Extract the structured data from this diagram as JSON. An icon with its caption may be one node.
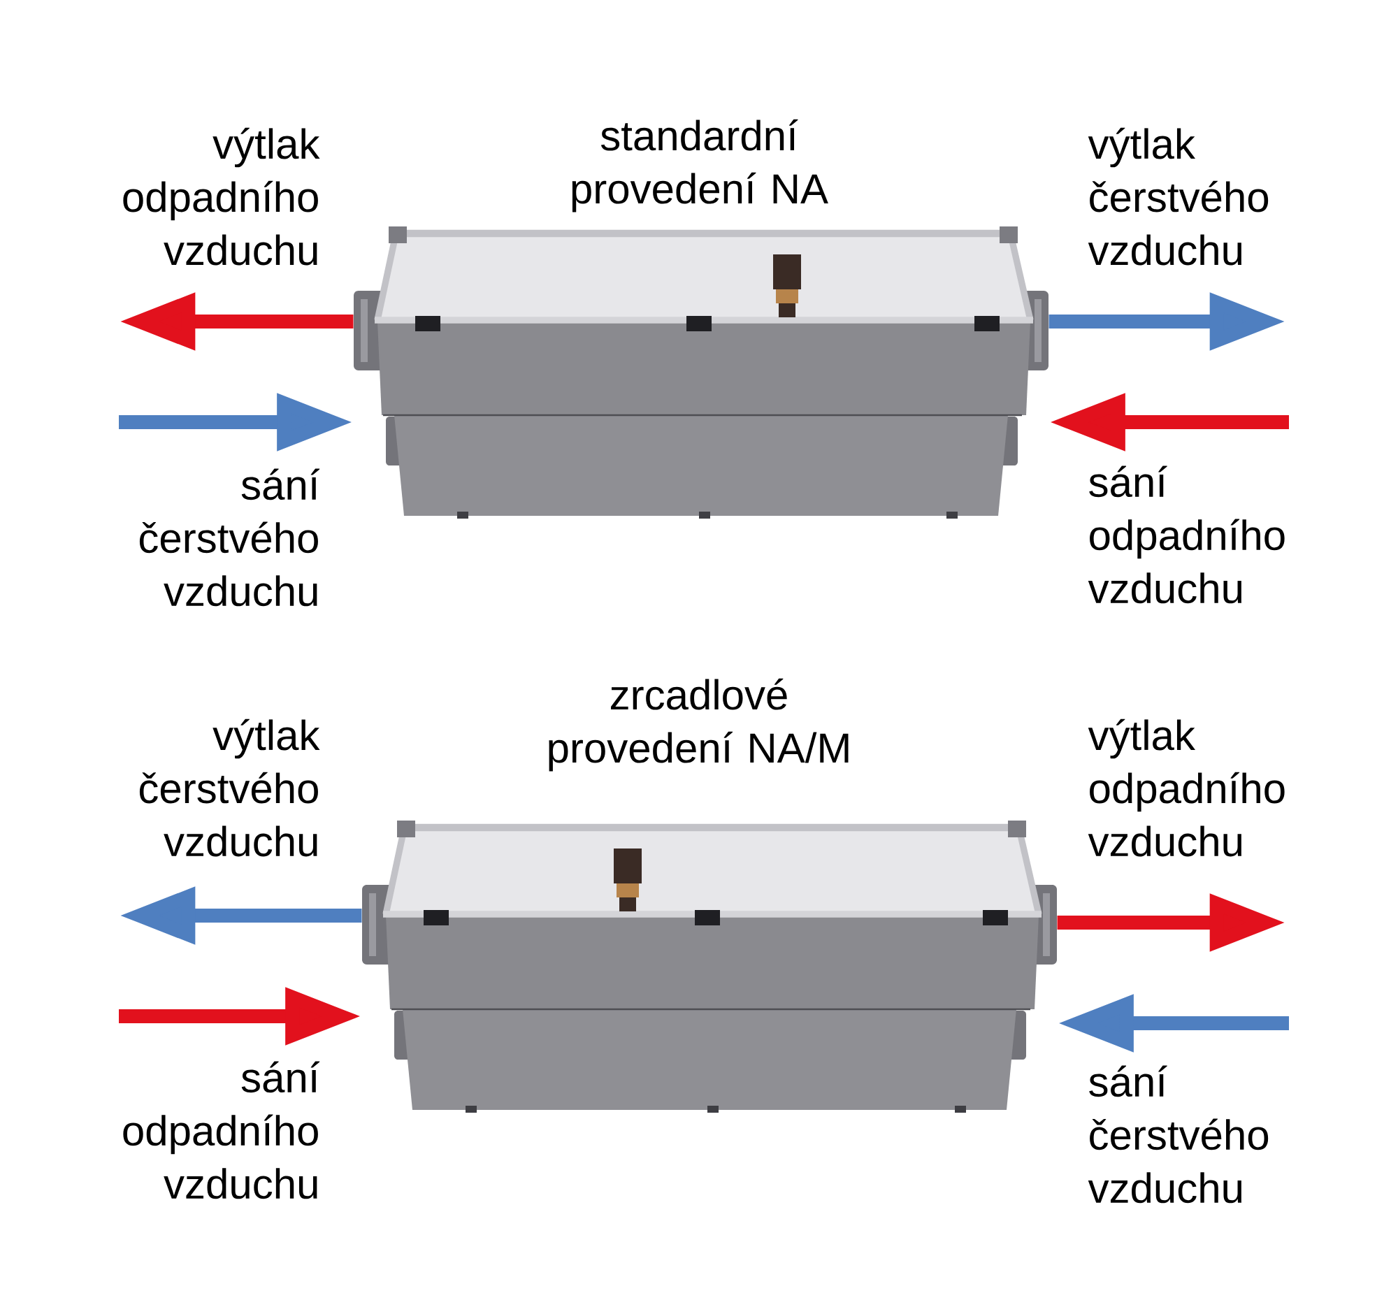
{
  "diagram": {
    "nodes": [
      {
        "text": [
          "standardní provedení NA"
        ]
      },
      {
        "text": [
          "zrcadlové provedení NA/M"
        ]
      }
    ],
    "edges": [
      {
        "from": 0,
        "to": null,
        "arrow": "to",
        "label": "výtlak odpadního vzduchu",
        "color": "#e2111d"
      },
      {
        "from": 0,
        "to": null,
        "arrow": "to",
        "label": "výtlak čerstvého vzduchu",
        "color": "#4f7fc0"
      },
      {
        "from": null,
        "to": 0,
        "arrow": "to",
        "label": "sání čerstvého vzduchu",
        "color": "#4f7fc0"
      },
      {
        "from": null,
        "to": 0,
        "arrow": "to",
        "label": "sání odpadního vzduchu",
        "color": "#e2111d"
      },
      {
        "from": 1,
        "to": null,
        "arrow": "to",
        "label": "výtlak čerstvého vzduchu",
        "color": "#4f7fc0"
      },
      {
        "from": 1,
        "to": null,
        "arrow": "to",
        "label": "výtlak odpadního vzduchu",
        "color": "#e2111d"
      },
      {
        "from": null,
        "to": 1,
        "arrow": "to",
        "label": "sání odpadního vzduchu",
        "color": "#e2111d"
      },
      {
        "from": null,
        "to": 1,
        "arrow": "to",
        "label": "sání čerstvého vzduchu",
        "color": "#4f7fc0"
      }
    ]
  }
}
